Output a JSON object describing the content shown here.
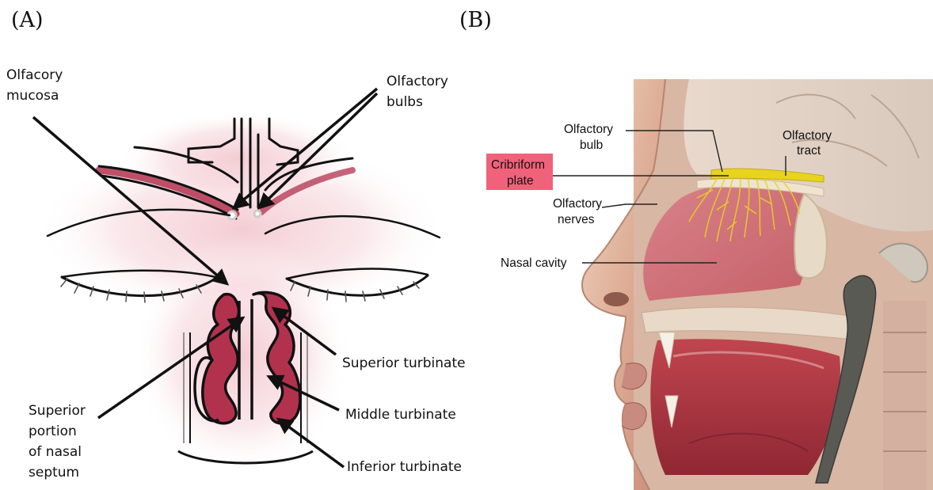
{
  "panel_a": {
    "letter": "(A)",
    "labels": {
      "olfactory_mucosa_1": "Olfacory",
      "olfactory_mucosa_2": "mucosa",
      "olfactory_bulbs_1": "Olfactory",
      "olfactory_bulbs_2": "bulbs",
      "superior_turbinate": "Superior turbinate",
      "middle_turbinate": "Middle turbinate",
      "inferior_turbinate": "Inferior turbinate",
      "septum_1": "Superior",
      "septum_2": "portion",
      "septum_3": "of nasal",
      "septum_4": "septum"
    }
  },
  "panel_b": {
    "letter": "(B)",
    "labels": {
      "olfactory_bulb_1": "Olfactory",
      "olfactory_bulb_2": "bulb",
      "olfactory_tract_1": "Olfactory",
      "olfactory_tract_2": "tract",
      "cribriform_1": "Cribriform",
      "cribriform_2": "plate",
      "olfactory_nerves_1": "Olfactory",
      "olfactory_nerves_2": "nerves",
      "nasal_cavity": "Nasal cavity"
    },
    "highlight_color": "#f0627a"
  },
  "colors": {
    "tissue_red": "#b2324e",
    "nerve_yellow": "#e8d31e",
    "ink": "#111111"
  }
}
